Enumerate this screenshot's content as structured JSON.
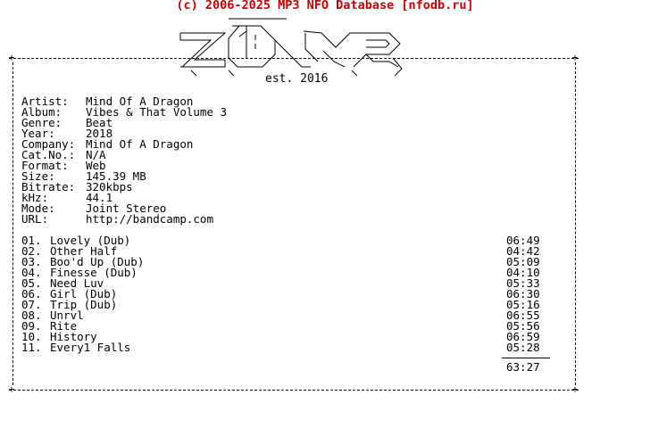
{
  "header": {
    "title": "(c) 2006-2025 MP3 NFO Database [nfodb.ru]",
    "color": "#cc0000"
  },
  "logo": {
    "text": "ZONE",
    "icon": "zone-ascii-logo"
  },
  "est": "est. 2016",
  "info": [
    {
      "label": "Artist:",
      "value": "Mind Of A Dragon"
    },
    {
      "label": "Album:",
      "value": "Vibes & That Volume 3"
    },
    {
      "label": "Genre:",
      "value": "Beat"
    },
    {
      "label": "Year:",
      "value": "2018"
    },
    {
      "label": "Company:",
      "value": "Mind Of A Dragon"
    },
    {
      "label": "Cat.No.:",
      "value": "N/A"
    },
    {
      "label": "Format:",
      "value": "Web"
    },
    {
      "label": "Size:",
      "value": "145.39 MB"
    },
    {
      "label": "Bitrate:",
      "value": "320kbps"
    },
    {
      "label": "kHz:",
      "value": "44.1"
    },
    {
      "label": "Mode:",
      "value": "Joint Stereo"
    },
    {
      "label": "URL:",
      "value": "http://bandcamp.com"
    }
  ],
  "tracks": [
    {
      "num": "01.",
      "title": "Lovely (Dub)",
      "time": "06:49"
    },
    {
      "num": "02.",
      "title": "Other Half",
      "time": "04:42"
    },
    {
      "num": "03.",
      "title": "Boo'd Up (Dub)",
      "time": "05:09"
    },
    {
      "num": "04.",
      "title": "Finesse (Dub)",
      "time": "04:10"
    },
    {
      "num": "05.",
      "title": "Need Luv",
      "time": "05:33"
    },
    {
      "num": "06.",
      "title": "Girl (Dub)",
      "time": "06:30"
    },
    {
      "num": "07.",
      "title": "Trip (Dub)",
      "time": "05:16"
    },
    {
      "num": "08.",
      "title": "Unrvl",
      "time": "06:55"
    },
    {
      "num": "09.",
      "title": "Rite",
      "time": "05:56"
    },
    {
      "num": "10.",
      "title": "History",
      "time": "06:59"
    },
    {
      "num": "11.",
      "title": "Every1 Falls",
      "time": "05:28"
    }
  ],
  "total": "63:27"
}
